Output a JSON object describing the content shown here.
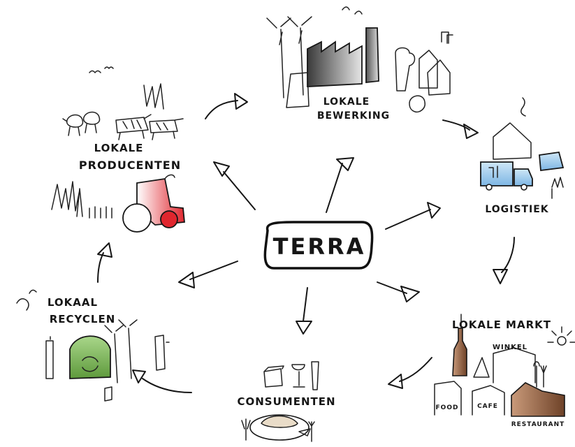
{
  "center": {
    "label": "TERRA"
  },
  "nodes": {
    "producenten": {
      "line1": "LOKALE",
      "line2": "PRODUCENTEN"
    },
    "bewerking": {
      "line1": "LOKALE",
      "line2": "BEWERKING"
    },
    "logistiek": {
      "label": "LOGISTIEK"
    },
    "markt": {
      "label": "LOKALE MARKT",
      "shops": {
        "winkel": "WINKEL",
        "food": "FOOD",
        "cafe": "CAFE",
        "restaurant": "RESTAURANT"
      }
    },
    "consumenten": {
      "label": "CONSUMENTEN"
    },
    "recyclen": {
      "line1": "LOKAAL",
      "line2": "RECYCLEN"
    }
  },
  "colors": {
    "ink": "#161616",
    "tractor_red": "#e0262e",
    "truck_blue": "#8fc3ea",
    "compost_green": "#7fb55a",
    "restaurant_brown": "#8a5a3c",
    "factory_gray": "#8a8a8a"
  }
}
